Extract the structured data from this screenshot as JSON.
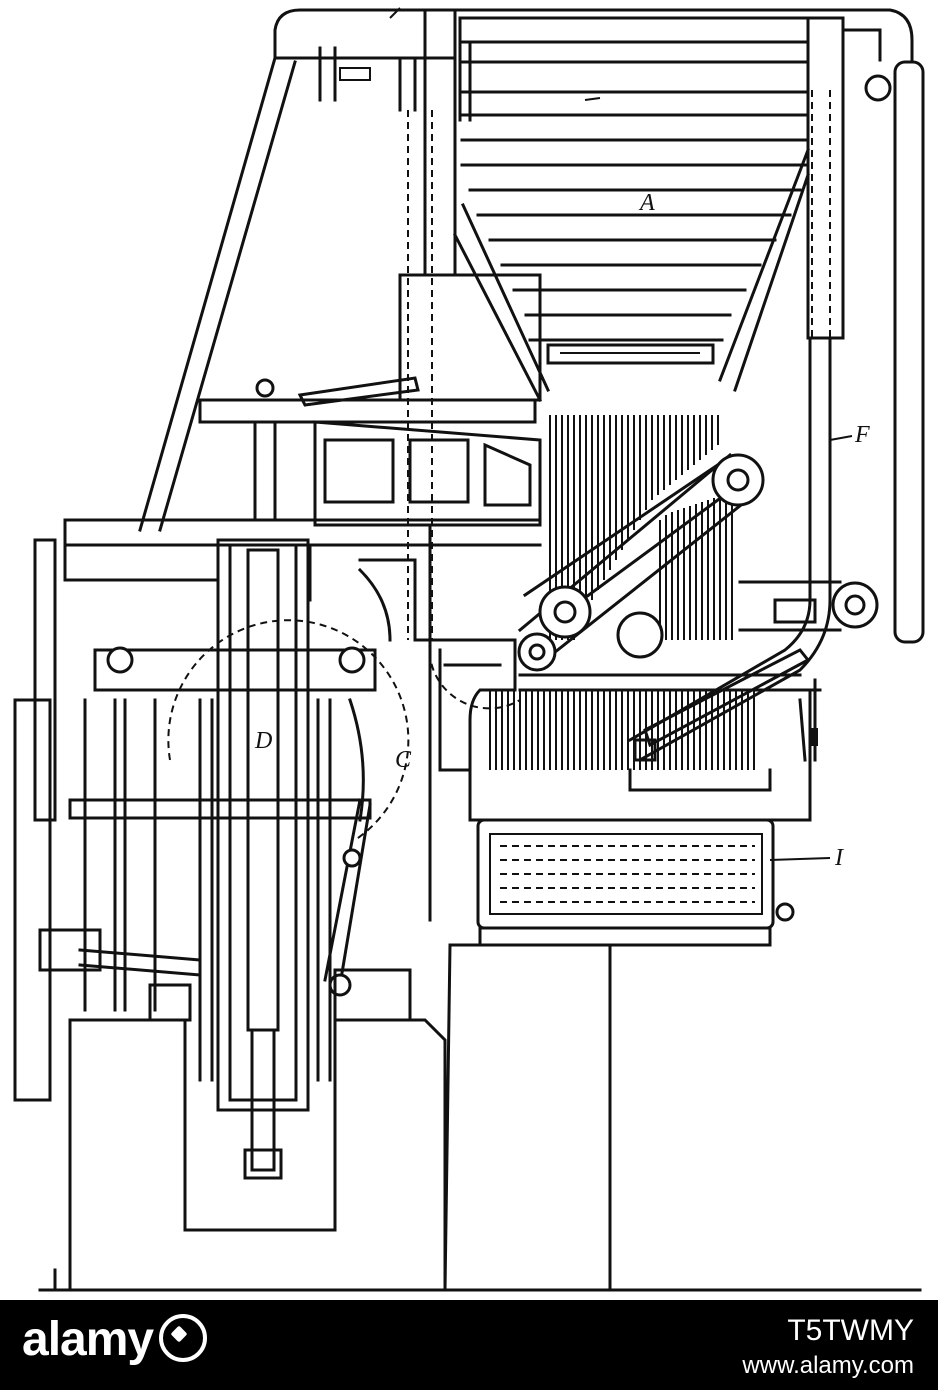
{
  "diagram": {
    "labels": {
      "A": "A",
      "C": "C",
      "D": "D",
      "F": "F",
      "I": "I"
    }
  },
  "watermark": {
    "logo_text": "alamy",
    "image_id": "T5TWMY",
    "url": "www.alamy.com"
  },
  "colors": {
    "ink": "#111111",
    "paper": "#ffffff",
    "bar": "#000000"
  }
}
